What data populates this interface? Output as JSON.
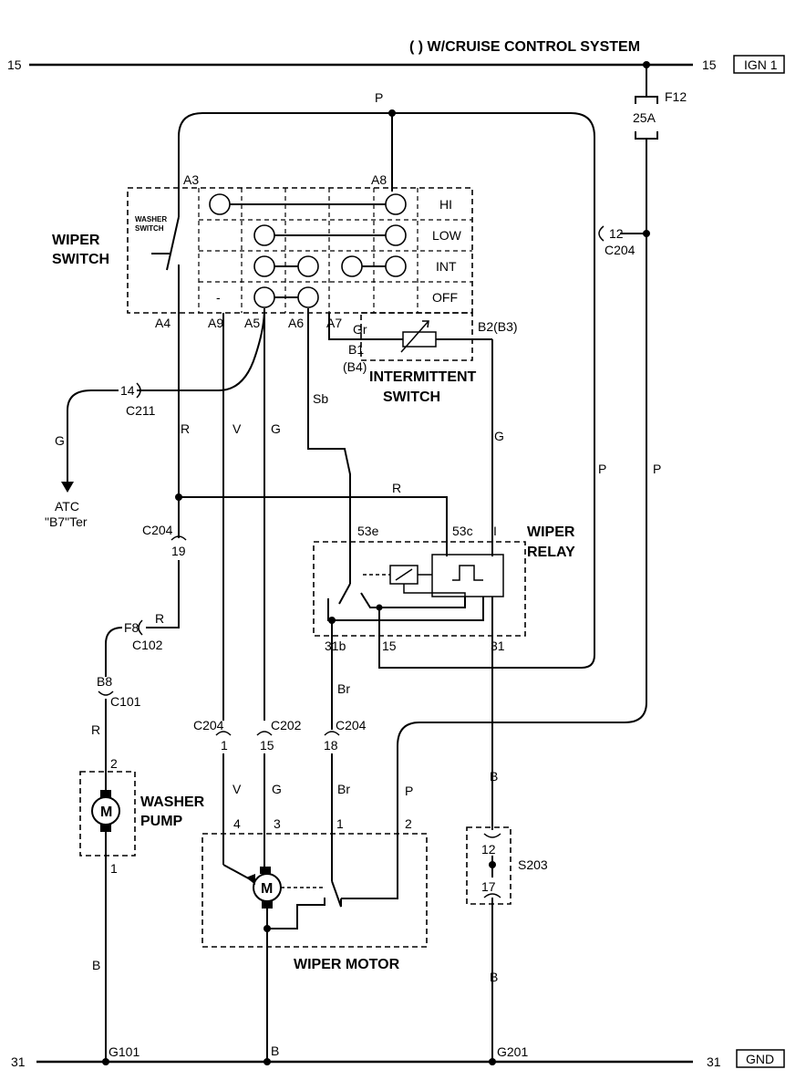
{
  "title": "( ) W/CRUISE CONTROL SYSTEM",
  "rails": {
    "top_left_num": "15",
    "top_right_num": "15",
    "top_badge": "IGN 1",
    "bottom_left_num": "31",
    "bottom_right_num": "31",
    "bottom_badge": "GND"
  },
  "fuse": {
    "name": "F12",
    "rating": "25A"
  },
  "wiper_switch": {
    "title_line1": "WIPER",
    "title_line2": "SWITCH",
    "washer_line1": "WASHER",
    "washer_line2": "SWITCH",
    "positions": [
      "HI",
      "LOW",
      "INT",
      "OFF"
    ],
    "dash": "-",
    "pins": {
      "a3": "A3",
      "a8": "A8",
      "a4": "A4",
      "a9": "A9",
      "a5": "A5",
      "a6": "A6",
      "a7": "A7",
      "b2": "B2(B3)",
      "b1": "B1",
      "b4": "(B4)"
    }
  },
  "intermittent_switch": {
    "line1": "INTERMITTENT",
    "line2": "SWITCH"
  },
  "wiper_relay": {
    "line1": "WIPER",
    "line2": "RELAY",
    "pins": {
      "p53e": "53e",
      "p53c": "53c",
      "pi": "I",
      "p31b": "31b",
      "p15": "15",
      "p31": "31"
    }
  },
  "washer_pump": {
    "line1": "WASHER",
    "line2": "PUMP",
    "motor": "M",
    "pin_top": "2",
    "pin_bottom": "1"
  },
  "wiper_motor": {
    "title": "WIPER MOTOR",
    "motor": "M",
    "pins": {
      "p4": "4",
      "p3": "3",
      "p1": "1",
      "p2": "2"
    }
  },
  "splice": {
    "name": "S203",
    "pin_top": "12",
    "pin_bottom": "17"
  },
  "connectors": {
    "c204_12": {
      "pin": "12",
      "name": "C204"
    },
    "c211": {
      "pin": "14",
      "name": "C211"
    },
    "c204_19": {
      "pin": "19",
      "name": "C204"
    },
    "c102": {
      "pin": "F8",
      "name": "C102"
    },
    "c101": {
      "pin": "B8",
      "name": "C101"
    },
    "c204_1": {
      "pin": "1",
      "name": "C204"
    },
    "c202": {
      "pin": "15",
      "name": "C202"
    },
    "c204_18": {
      "pin": "18",
      "name": "C204"
    }
  },
  "ground": {
    "g101": "G101",
    "g201": "G201"
  },
  "atc": {
    "line1": "ATC",
    "line2": "\"B7\"Ter"
  },
  "wire_colors": {
    "p_top": "P",
    "r1": "R",
    "v1": "V",
    "g1": "G",
    "sb": "Sb",
    "g_int": "G",
    "p_right1": "P",
    "p_right2": "P",
    "g_atc": "G",
    "r_relay": "R",
    "r_c102": "R",
    "r_c101": "R",
    "gr": "Gr",
    "br1": "Br",
    "b_s203": "B",
    "v2": "V",
    "g2": "G",
    "br2": "Br",
    "p_motor": "P",
    "b_pump": "B",
    "b_s203_low": "B",
    "b_motor": "B"
  }
}
